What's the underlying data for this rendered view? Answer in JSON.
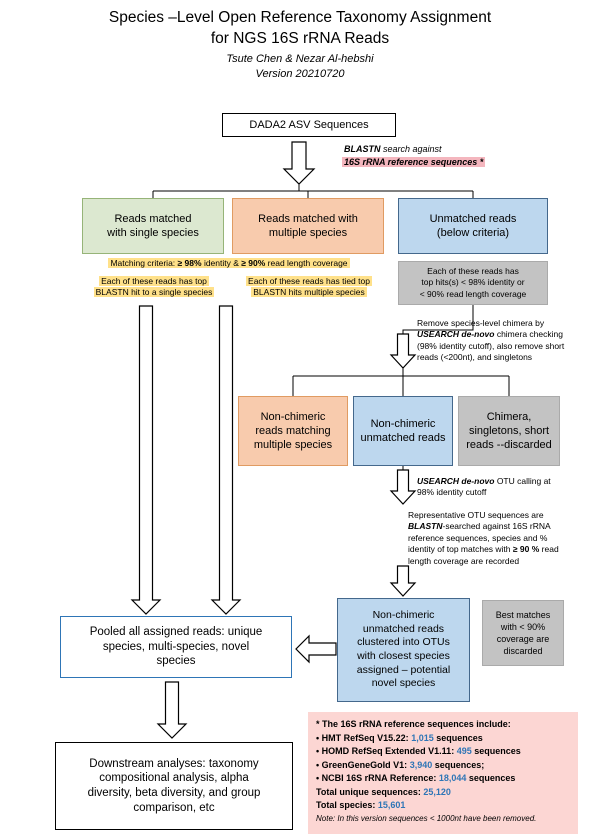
{
  "colors": {
    "green-fill": "#dce8d0",
    "green-border": "#96b478",
    "orange-fill": "#f8cbad",
    "orange-border": "#e09b62",
    "blue-fill": "#bdd7ee",
    "blue-border": "#44688c",
    "gray-fill": "#c3c3c3",
    "gray-border": "#aaaaaa",
    "yellow-hl": "#ffe18a",
    "pink-hl": "#f4b6be",
    "pink-box": "#fcd6d3",
    "num-blue": "#2e75b6",
    "pooled-border": "#2e75b6"
  },
  "header": {
    "title_line1": "Species –Level Open Reference Taxonomy Assignment",
    "title_line2": "for NGS 16S rRNA Reads",
    "authors": "Tsute Chen & Nezar Al-hebshi",
    "version": "Version 20210720"
  },
  "flow": {
    "dada2_box": "DADA2 ASV Sequences",
    "blastn_step": {
      "line1_bold": "BLASTN",
      "line1_rest": " search against",
      "line2_highlight": "16S rRNA reference sequences *"
    },
    "box_single": {
      "lines": [
        "Reads matched",
        "with single species"
      ]
    },
    "box_multiple": {
      "lines": [
        "Reads matched with",
        "multiple species"
      ]
    },
    "box_unmatched": {
      "lines": [
        "Unmatched reads",
        "(below criteria)"
      ]
    },
    "criteria": {
      "r1": "Matching criteria: ",
      "r2": "≥ 98%",
      "r3": " identity & ",
      "r4": "≥ 90%",
      "r5": " read length coverage"
    },
    "note_single": {
      "lines": [
        "Each of these reads has top",
        "BLASTN hit to a single species"
      ]
    },
    "note_multiple": {
      "lines": [
        "Each of these reads has tied top",
        "BLASTN hits multiple species"
      ]
    },
    "note_unmatched": {
      "lines": [
        "Each of these reads has",
        "top hits(s) < 98% identity or",
        "< 90% read length coverage"
      ]
    },
    "chimera_step": {
      "r1": "Remove species-level chimera by ",
      "r2": "USEARCH de-novo",
      "r3": " chimera checking (98% identity cutoff), also remove short reads (<200nt), and singletons"
    },
    "box_nonchimeric_multi": {
      "lines": [
        "Non-chimeric",
        "reads matching",
        "multiple species"
      ]
    },
    "box_nonchimeric_unmatched": {
      "lines": [
        "Non-chimeric",
        "unmatched reads"
      ]
    },
    "box_discarded": {
      "lines": [
        "Chimera,",
        "singletons, short",
        "reads --discarded"
      ]
    },
    "otu_step": {
      "r1": "USEARCH de-novo",
      "r2": " OTU calling at 98% identity cutoff"
    },
    "rep_step": {
      "r1": "Representative OTU sequences are ",
      "r2": "BLASTN",
      "r3": "-searched against 16S rRNA reference sequences, species and % identity of top matches with ",
      "r4": "≥ 90 %",
      "r5": " read length coverage are recorded"
    },
    "box_clustered": {
      "lines": [
        "Non-chimeric",
        "unmatched reads",
        "clustered into OTUs",
        "with closest species",
        "assigned – potential",
        "novel species"
      ]
    },
    "box_best_discarded": {
      "lines": [
        "Best matches",
        "with < 90%",
        "coverage are",
        "discarded"
      ]
    },
    "box_pooled": {
      "lines": [
        "Pooled all assigned reads: unique",
        "species, multi-species, novel",
        "species"
      ]
    },
    "box_downstream": {
      "lines": [
        "Downstream analyses: taxonomy",
        "compositional analysis, alpha",
        "diversity, beta diversity, and group",
        "comparison, etc"
      ]
    }
  },
  "reference_box": {
    "header": "* The 16S rRNA reference sequences include:",
    "items": [
      {
        "label": "• HMT RefSeq V15.22: ",
        "number": "1,015",
        "suffix": " sequences"
      },
      {
        "label": "• HOMD RefSeq Extended V1.11: ",
        "number": "495",
        "suffix": " sequences"
      },
      {
        "label": "• GreenGeneGold V1: ",
        "number": "3,940",
        "suffix": " sequences;"
      },
      {
        "label": "• NCBI 16S rRNA Reference: ",
        "number": "18,044",
        "suffix": " sequences"
      }
    ],
    "total_sequences_label": "Total unique sequences: ",
    "total_sequences_value": "25,120",
    "total_species_label": "Total species: ",
    "total_species_value": "15,601",
    "note": "Note: In this version sequences < 1000nt have been removed."
  }
}
